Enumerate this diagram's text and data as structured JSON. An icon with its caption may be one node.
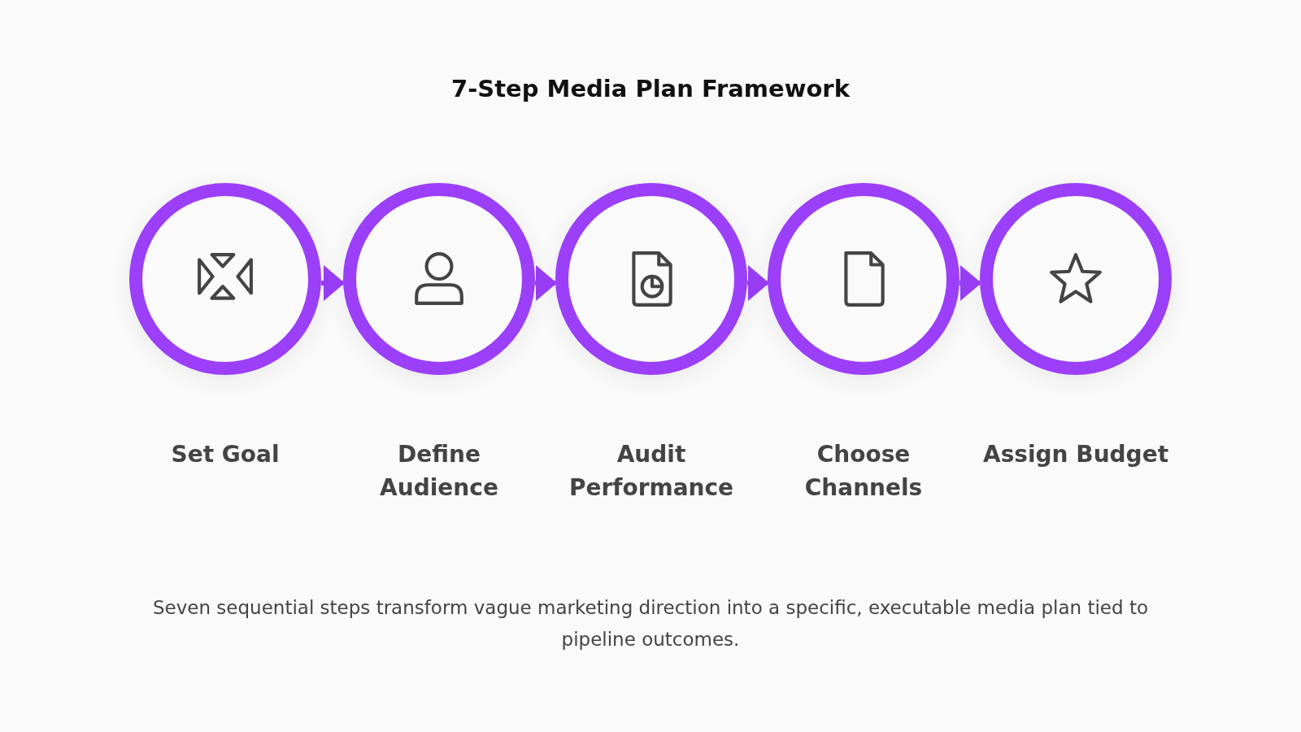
{
  "diagram": {
    "title": "7-Step Media Plan Framework",
    "nodes": [
      {
        "text": [
          "Set Goal"
        ]
      },
      {
        "text": [
          "Define Audience"
        ]
      },
      {
        "text": [
          "Audit Performance"
        ]
      },
      {
        "text": [
          "Choose Channels"
        ]
      },
      {
        "text": [
          "Assign Budget"
        ]
      }
    ],
    "edges": [
      {
        "from": 0,
        "to": 1,
        "arrow": "to"
      },
      {
        "from": 1,
        "to": 2,
        "arrow": "to"
      },
      {
        "from": 2,
        "to": 3,
        "arrow": "to"
      },
      {
        "from": 3,
        "to": 4,
        "arrow": "to"
      }
    ],
    "caption": "Seven sequential steps transform vague marketing direction into a specific, executable media plan tied to pipeline outcomes."
  }
}
